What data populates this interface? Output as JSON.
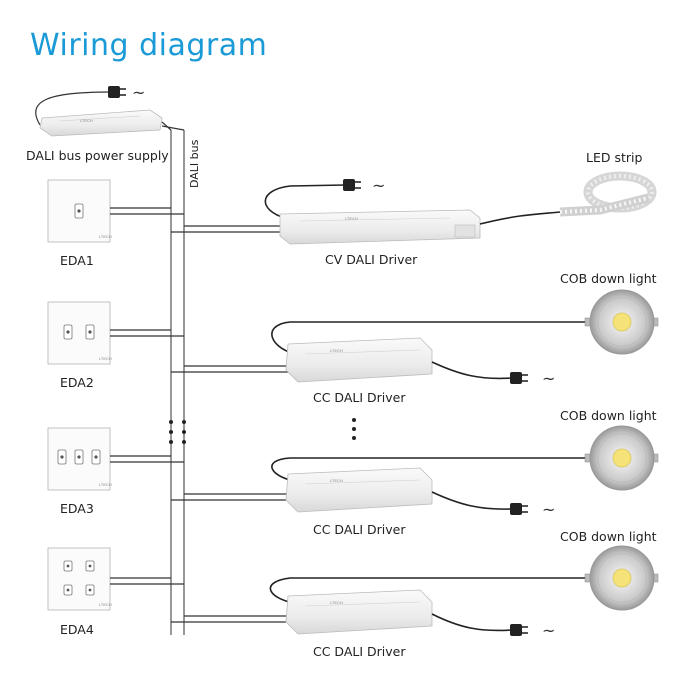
{
  "title": "Wiring diagram",
  "labels": {
    "power_supply": "DALI bus power supply",
    "dali_bus": "DALI bus",
    "eda1": "EDA1",
    "eda2": "EDA2",
    "eda3": "EDA3",
    "eda4": "EDA4",
    "cv_driver": "CV DALI Driver",
    "cc_driver_1": "CC DALI Driver",
    "cc_driver_2": "CC DALI Driver",
    "cc_driver_3": "CC DALI Driver",
    "led_strip": "LED strip",
    "cob_1": "COB down light",
    "cob_2": "COB down light",
    "cob_3": "COB down light",
    "ac_symbol": "~",
    "brand": "LTECH"
  },
  "colors": {
    "title": "#1a9ad6",
    "wire": "#333333",
    "device_body": "#f2f2f2"
  }
}
